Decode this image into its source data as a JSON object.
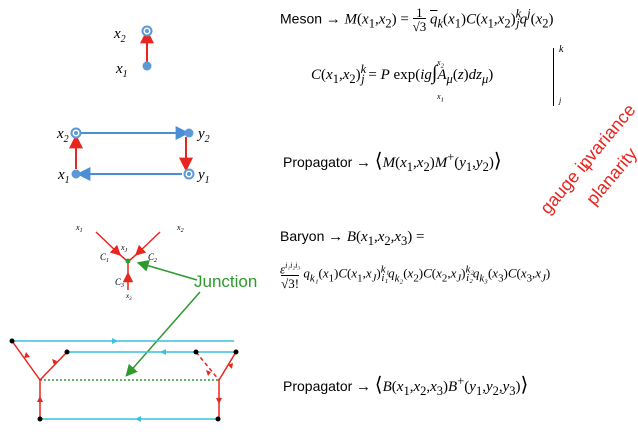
{
  "diagram1": {
    "x2": "x",
    "x2sub": "2",
    "x1": "x",
    "x1sub": "1"
  },
  "diagram2": {
    "x2": "x",
    "x2sub": "2",
    "y2": "y",
    "y2sub": "2",
    "x1": "x",
    "x1sub": "1",
    "y1": "y",
    "y1sub": "1"
  },
  "diagram3": {
    "x1": "x",
    "x1sub": "1",
    "x2": "x",
    "x2sub": "2",
    "xJ": "x",
    "xJsub": "J",
    "x3": "x",
    "x3sub": "3",
    "c1": "C",
    "c1sub": "1",
    "c2": "C",
    "c2sub": "2",
    "c3": "C",
    "c3sub": "3"
  },
  "junction_label": "Junction",
  "notes": {
    "gauge": "gauge invariance",
    "plus": "+",
    "planarity": "planarity"
  },
  "equations": {
    "meson_label": "Meson",
    "propagator1_label": "Propagator",
    "baryon_label": "Baryon",
    "propagator2_label": "Propagator"
  },
  "colors": {
    "red": "#e8251f",
    "blue": "#4a8fd6",
    "green": "#2e9a2e",
    "cyan": "#3cc0dc",
    "vertex": "#5b9ad6"
  }
}
